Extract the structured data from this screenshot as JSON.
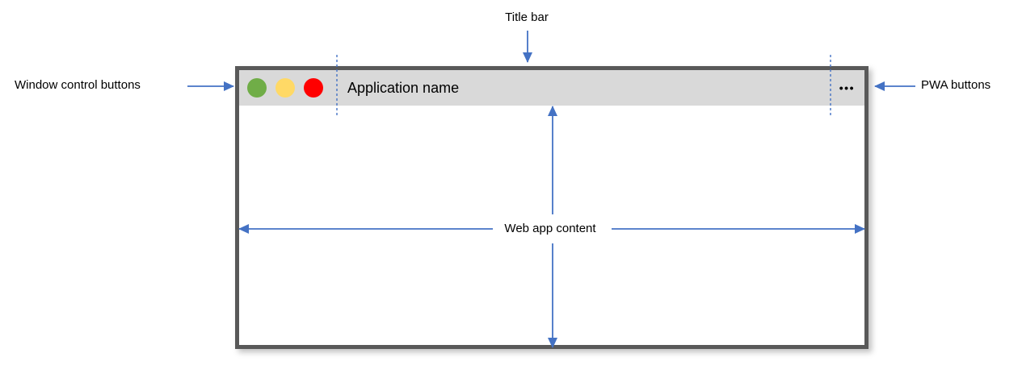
{
  "annotations": {
    "title_bar": "Title bar",
    "window_control_buttons": "Window control buttons",
    "pwa_buttons": "PWA buttons",
    "web_app_content": "Web app content"
  },
  "window": {
    "app_name": "Application name",
    "pwa_menu_glyph": "•••",
    "control_icons": [
      "green-circle-icon",
      "yellow-circle-icon",
      "red-circle-icon"
    ]
  },
  "colors": {
    "annotation_blue": "#4472C4",
    "window_border_gray": "#595959",
    "title_bar_bg": "#D9D9D9",
    "control_green": "#70AD47",
    "control_yellow": "#FFD966",
    "control_red": "#FF0000",
    "text_black": "#000000"
  }
}
